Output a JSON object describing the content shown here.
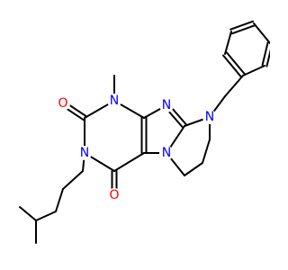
{
  "colors": {
    "carbon": "#000000",
    "nitrogen": "#0000ff",
    "oxygen": "#ff0000"
  },
  "atoms": {
    "n_methyl": {
      "text": "N",
      "element": "nitrogen"
    },
    "n_imidazole": {
      "text": "N",
      "element": "nitrogen"
    },
    "n_phenyl": {
      "text": "N",
      "element": "nitrogen"
    },
    "n_pentyl": {
      "text": "N",
      "element": "nitrogen"
    },
    "n_bridge": {
      "text": "N",
      "element": "nitrogen"
    },
    "o_upper": {
      "text": "O",
      "element": "oxygen"
    },
    "o_lower": {
      "text": "O",
      "element": "oxygen"
    }
  }
}
